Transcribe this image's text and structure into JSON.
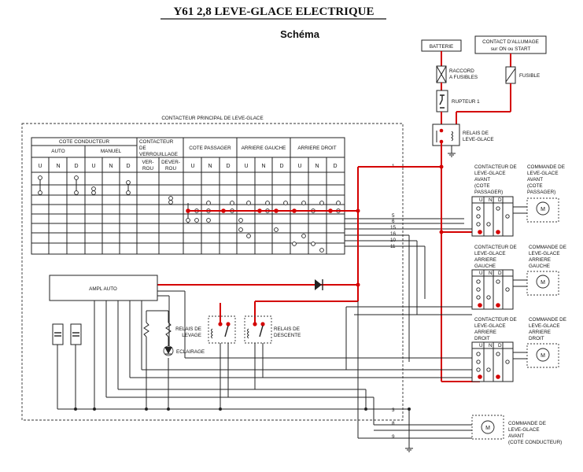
{
  "title": "Y61 2,8  LEVE-GLACE ELECTRIQUE",
  "subtitle": "Schéma",
  "colors": {
    "highlight_wire": "#d40000",
    "wire": "#222222"
  },
  "supply": {
    "battery": "BATTERIE",
    "ignition_line1": "CONTACT D'ALLUMAGE",
    "ignition_line2": "sur ON ou START",
    "fuse_link_line1": "RACCORD",
    "fuse_link_line2": "A FUSIBLES",
    "fuse": "FUSIBLE",
    "breaker": "RUPTEUR 1",
    "relay_line1": "RELAIS DE",
    "relay_line2": "LEVE-GLACE"
  },
  "main_switch": {
    "title": "CONTACTEUR PRINCIPAL DE LEVE-GLACE",
    "driver_side": "COTE CONDUCTEUR",
    "auto": "AUTO",
    "manual": "MANUEL",
    "lock_header": [
      "CONTACTEUR",
      "DE",
      "VERROUILLAGE"
    ],
    "passenger_side": "COTE PASSAGER",
    "rear_left": "ARRIERE GAUCHE",
    "rear_right": "ARRIERE DROIT",
    "verrou": [
      "VER-",
      "ROU"
    ],
    "deverrou": [
      "DEVER-",
      "ROU"
    ],
    "col_labels": [
      "U",
      "N",
      "D",
      "U",
      "N",
      "D",
      "U",
      "N",
      "D",
      "U",
      "N",
      "D",
      "U",
      "N",
      "D"
    ],
    "wire_numbers": [
      "1",
      "5",
      "6",
      "15",
      "16",
      "10",
      "11",
      "3",
      "8",
      "9"
    ]
  },
  "amp": "AMPL AUTO",
  "lift_relay": [
    "RELAIS DE",
    "LEVAGE"
  ],
  "lower_relay": [
    "RELAIS DE",
    "DESCENTE"
  ],
  "lighting": "ECLAIRAGE",
  "door_switches": [
    {
      "label": [
        "CONTACTEUR DE",
        "LEVE-GLACE",
        "AVANT",
        "(COTE",
        "PASSAGER)"
      ],
      "command": [
        "COMMANDE DE",
        "LEVE-GLACE",
        "AVANT",
        "(COTE",
        "PASSAGER)"
      ]
    },
    {
      "label": [
        "CONTACTEUR DE",
        "LEVE-GLACE",
        "ARRIERE",
        "GAUCHE"
      ],
      "command": [
        "COMMANDE DE",
        "LEVE-GLACE",
        "ARRIERE",
        "GAUCHE"
      ]
    },
    {
      "label": [
        "CONTACTEUR DE",
        "LEVE-GLACE",
        "ARRIERE",
        "DROIT"
      ],
      "command": [
        "COMMANDE DE",
        "LEVE-GLACE",
        "ARRIERE",
        "DROIT"
      ]
    }
  ],
  "switch_cols": [
    "U",
    "N",
    "D"
  ],
  "driver_command": [
    "COMMANDE DE",
    "LEVE-GLACE",
    "AVANT",
    "(COTE CONDUCTEUR)"
  ],
  "motor_symbol": "M"
}
